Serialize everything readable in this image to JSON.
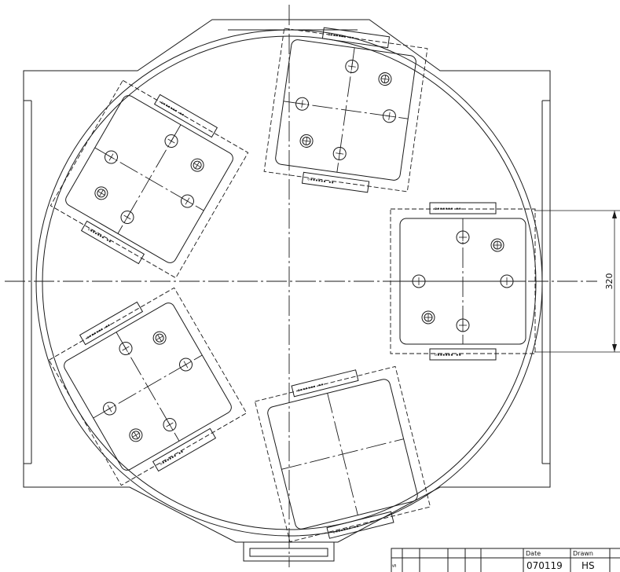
{
  "dimension": {
    "value": "320"
  },
  "title_block": {
    "date_label": "Date",
    "date_value": "070119",
    "drawn_label": "Drawn",
    "drawn_value": "HS",
    "side_mark": "s"
  },
  "fixture_label_text": "o▪▪▪▪▪▪ ▪▪",
  "colors": {
    "line": "#1a1a1a",
    "background": "#ffffff"
  }
}
